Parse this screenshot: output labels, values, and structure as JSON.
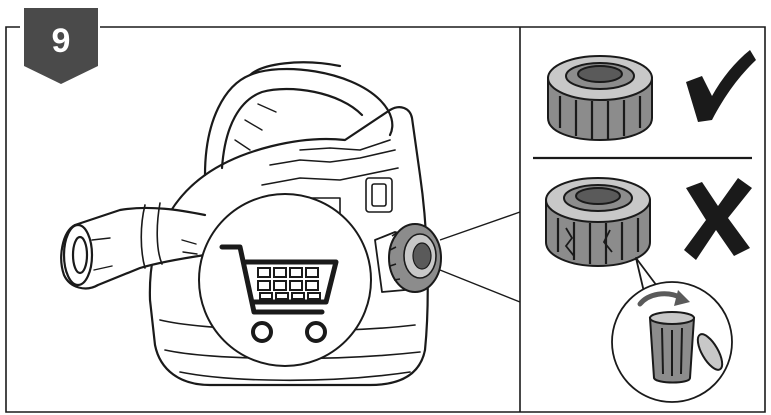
{
  "step": {
    "number": "9",
    "badge_color": "#4a4a4a"
  },
  "colors": {
    "line": "#1a1a1a",
    "cap_fill": "#8c8c8c",
    "cap_dark": "#5a5a5a",
    "cap_light": "#c8c8c8",
    "background": "#ffffff"
  },
  "icons": {
    "main": "leaf-blower-icon",
    "callout": "shopping-cart-icon",
    "correct": "check-mark-icon",
    "incorrect": "cross-mark-icon",
    "disposal": "trash-bin-icon"
  },
  "panels": [
    {
      "name": "intact-cap",
      "status": "correct"
    },
    {
      "name": "damaged-cap",
      "status": "incorrect"
    }
  ]
}
